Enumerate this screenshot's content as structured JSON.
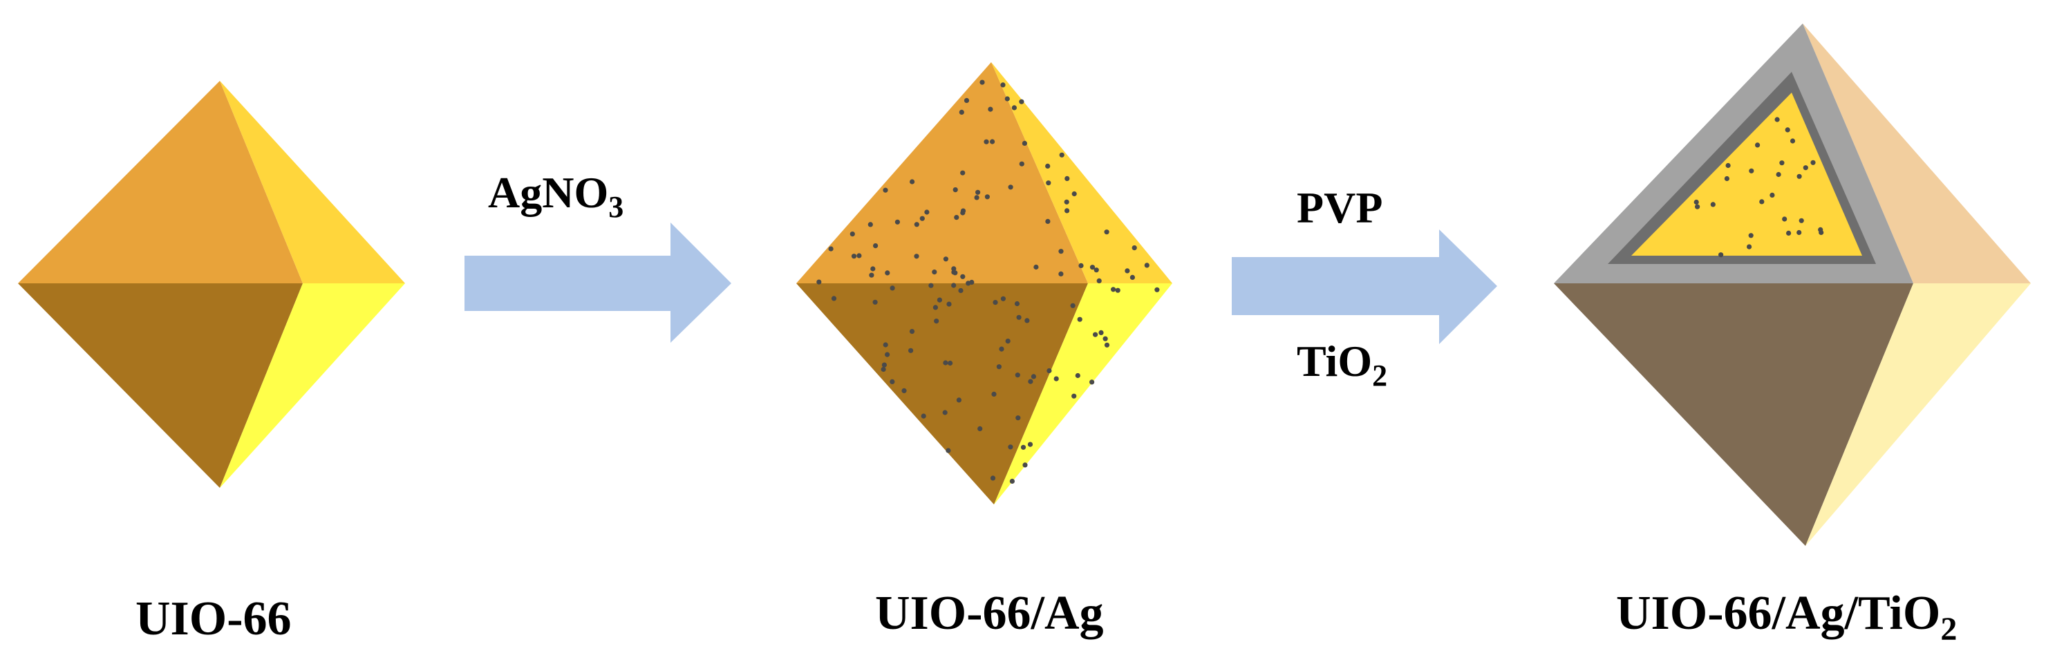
{
  "stages": [
    {
      "label": "UIO-66"
    },
    {
      "label": "UIO-66/Ag"
    },
    {
      "label": "UIO-66/Ag/TiO",
      "label_sub": "2"
    }
  ],
  "steps": [
    {
      "reagent": "AgNO",
      "reagent_sub": "3"
    },
    {
      "reagent_top": "PVP",
      "reagent_bottom": "TiO",
      "reagent_bottom_sub": "2"
    }
  ],
  "colors": {
    "upper_left_face": "#E8A33A",
    "upper_right_face": "#FFD63C",
    "lower_left_face": "#A8741E",
    "lower_right_face": "#FFFF4A",
    "arrow": "#AEC6E8",
    "ag_dot": "#4A4A4A",
    "tio2_shell_outer": "#A3A3A3",
    "tio2_shell_inner": "#6E6E6E",
    "coated_upper_right": "#F2CE9E",
    "coated_lower_left": "#7F6B53",
    "coated_lower_right": "#FEF1B0"
  }
}
